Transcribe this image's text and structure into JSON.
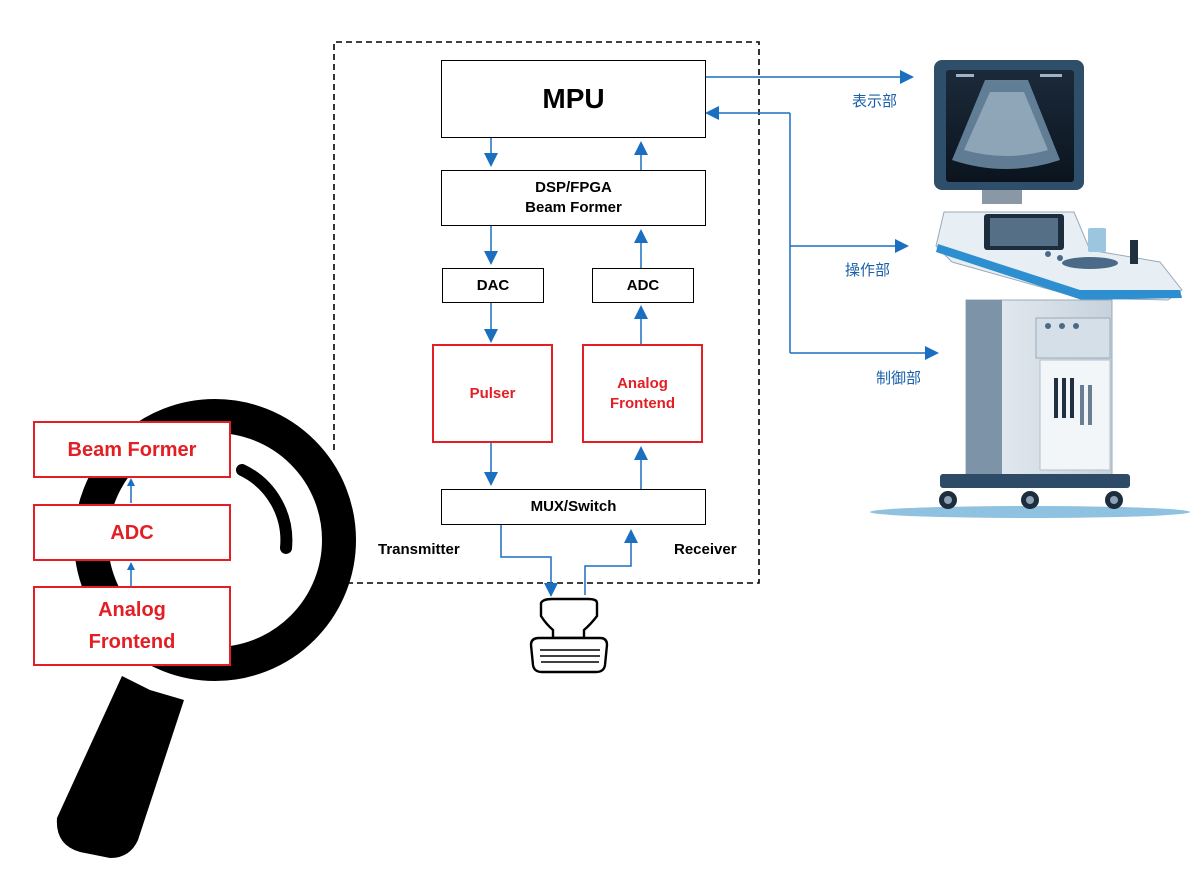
{
  "blocks": {
    "mpu": "MPU",
    "dsp_line1": "DSP/FPGA",
    "dsp_line2": "Beam Former",
    "dac": "DAC",
    "adc": "ADC",
    "pulser": "Pulser",
    "afe_line1": "Analog",
    "afe_line2": "Frontend",
    "mux": "MUX/Switch"
  },
  "labels": {
    "transmitter": "Transmitter",
    "receiver": "Receiver"
  },
  "outputs": {
    "display": "表示部",
    "operation": "操作部",
    "control": "制御部"
  },
  "magnified": {
    "beam_former": "Beam Former",
    "adc": "ADC",
    "afe_line1": "Analog",
    "afe_line2": "Frontend"
  },
  "colors": {
    "accent_blue": "#1a6fc0",
    "highlight_red": "#e31e24"
  }
}
